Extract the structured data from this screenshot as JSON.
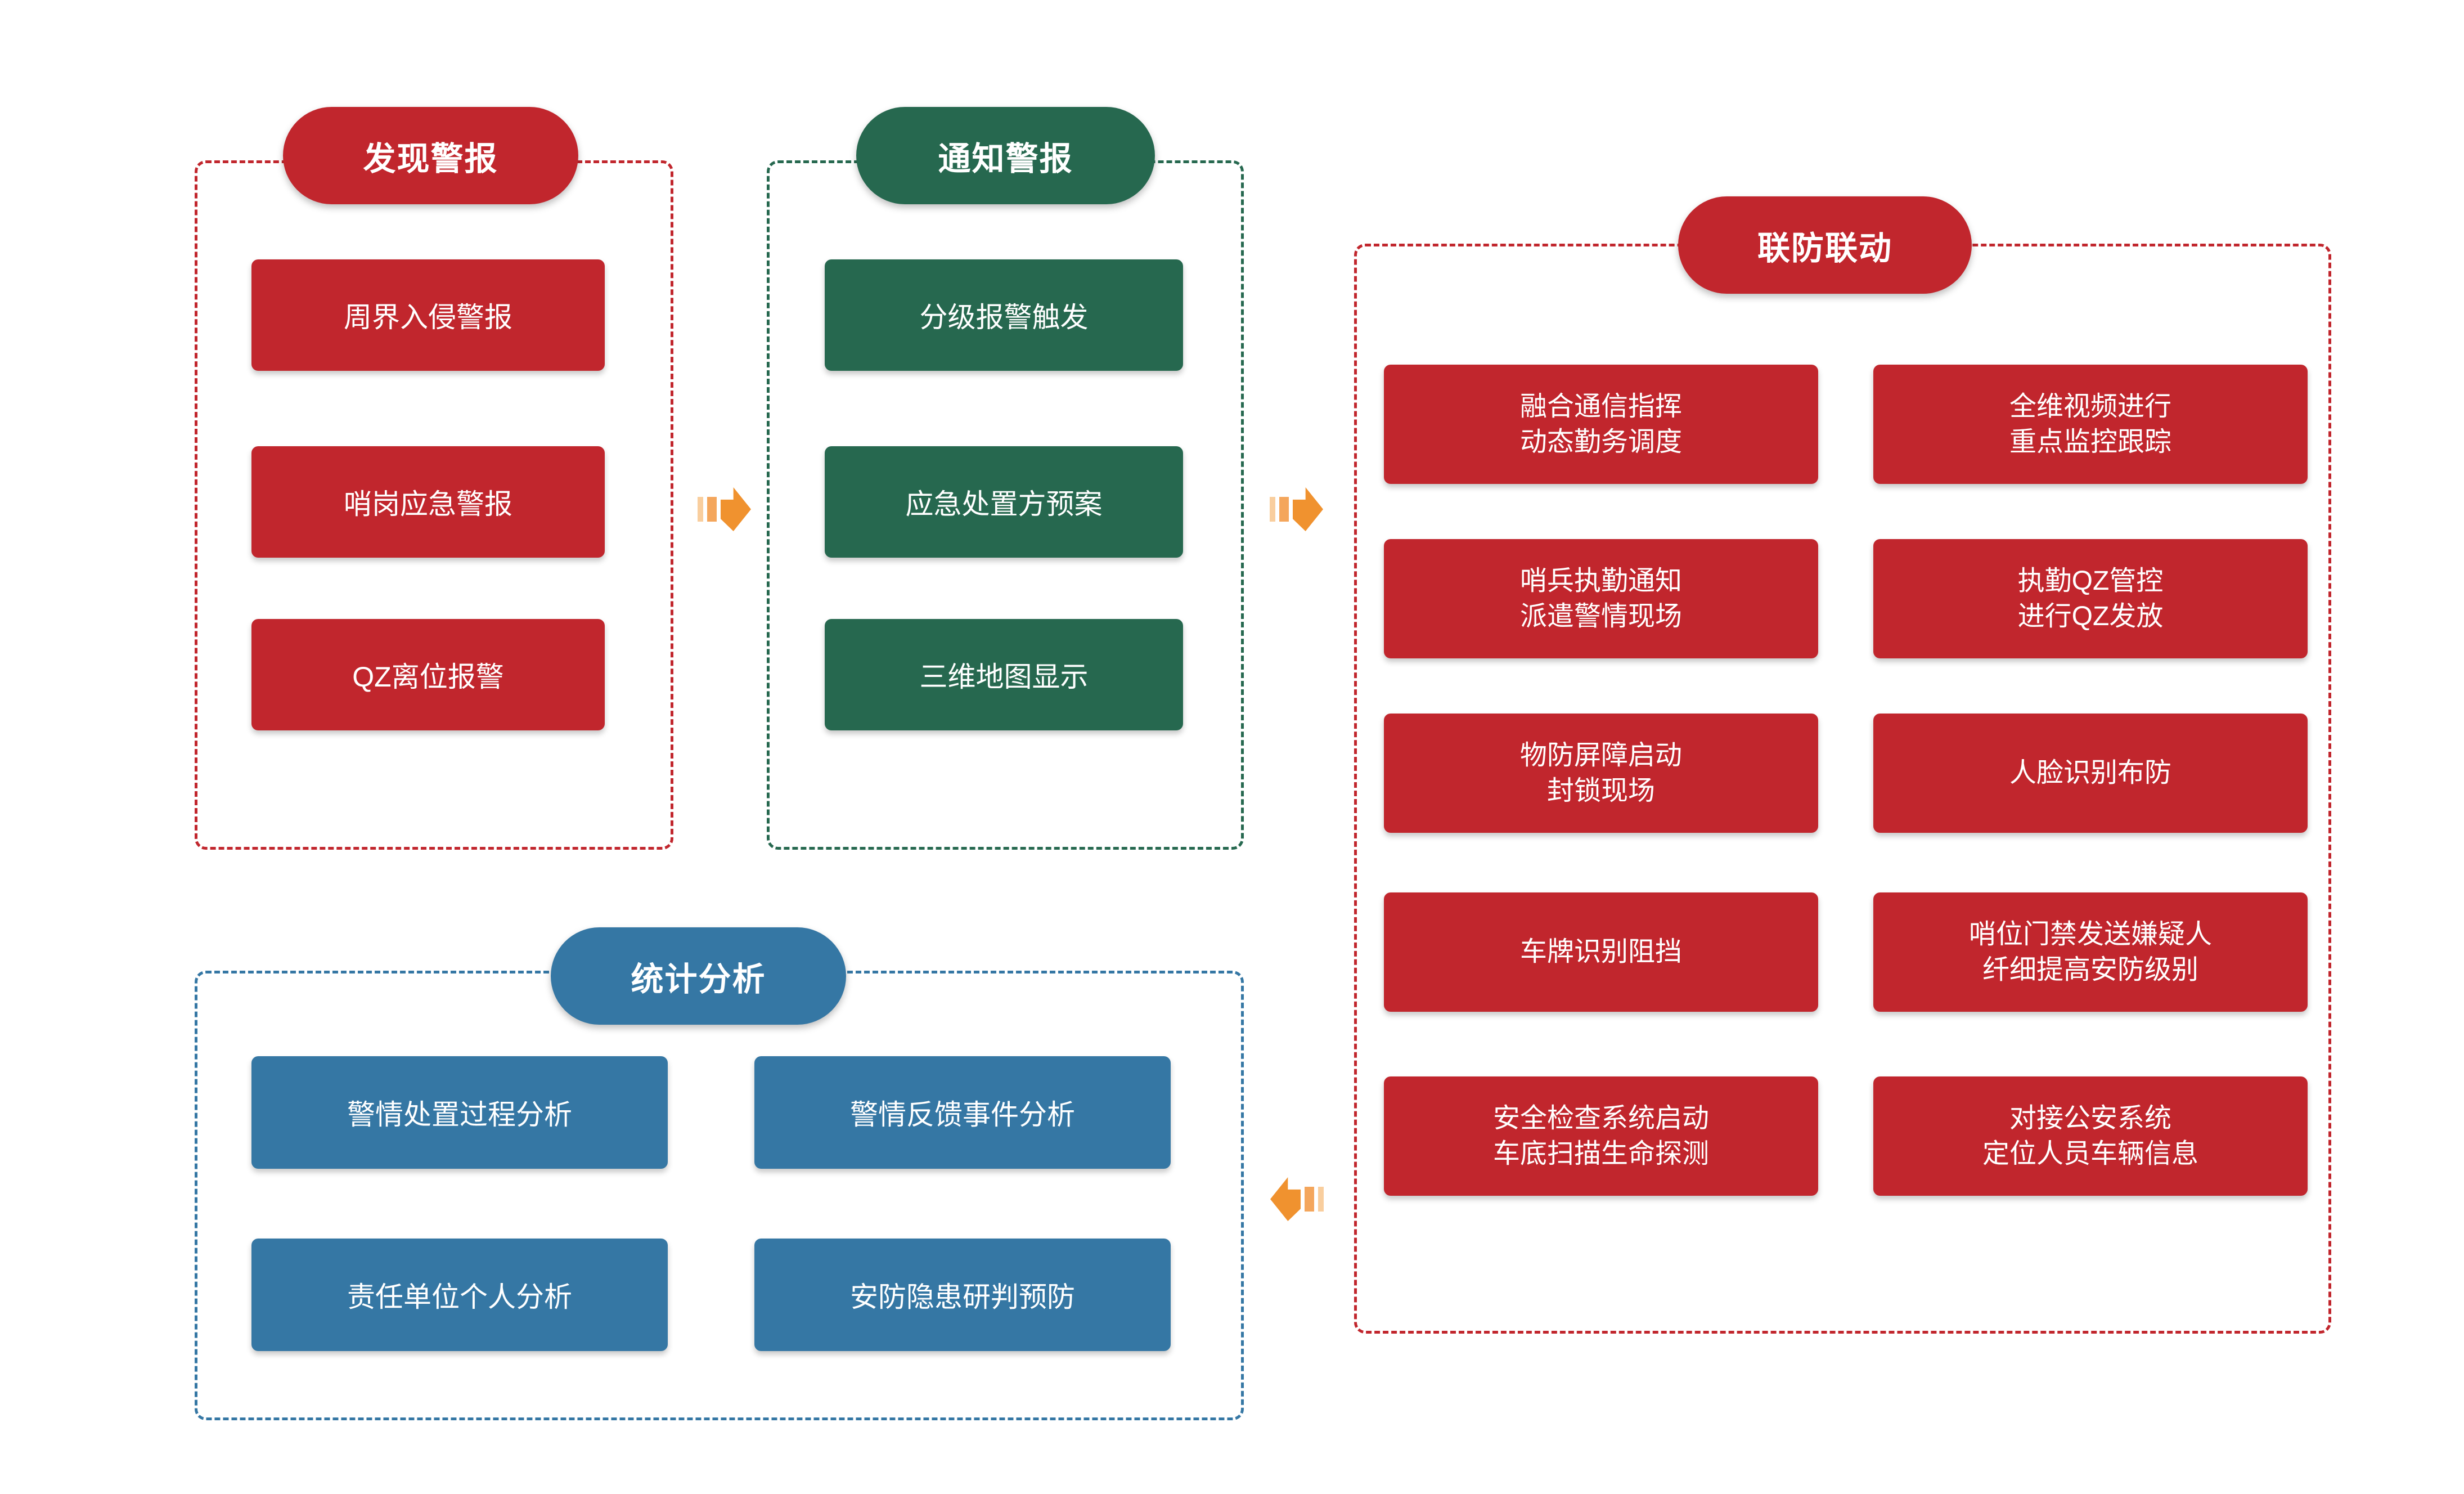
{
  "palette": {
    "red": "#C1262D",
    "green": "#26684F",
    "blue": "#3577A4",
    "orange": "#F0922F",
    "orange_light": "#F4A65C",
    "orange_lighter": "#F9CE9E"
  },
  "sections": {
    "discover": {
      "title": "发现警报",
      "items": [
        [
          "周界入侵警报"
        ],
        [
          "哨岗应急警报"
        ],
        [
          "QZ离位报警"
        ]
      ]
    },
    "notify": {
      "title": "通知警报",
      "items": [
        [
          "分级报警触发"
        ],
        [
          "应急处置方预案"
        ],
        [
          "三维地图显示"
        ]
      ]
    },
    "joint": {
      "title": "联防联动",
      "col1": [
        [
          "融合通信指挥",
          "动态勤务调度"
        ],
        [
          "哨兵执勤通知",
          "派遣警情现场"
        ],
        [
          "物防屏障启动",
          "封锁现场"
        ],
        [
          "车牌识别阻挡"
        ],
        [
          "安全检查系统启动",
          "车底扫描生命探测"
        ]
      ],
      "col2": [
        [
          "全维视频进行",
          "重点监控跟踪"
        ],
        [
          "执勤QZ管控",
          "进行QZ发放"
        ],
        [
          "人脸识别布防"
        ],
        [
          "哨位门禁发送嫌疑人",
          "纤细提高安防级别"
        ],
        [
          "对接公安系统",
          "定位人员车辆信息"
        ]
      ]
    },
    "stats": {
      "title": "统计分析",
      "items": [
        [
          "警情处置过程分析"
        ],
        [
          "警情反馈事件分析"
        ],
        [
          "责任单位个人分析"
        ],
        [
          "安防隐患研判预防"
        ]
      ]
    }
  }
}
